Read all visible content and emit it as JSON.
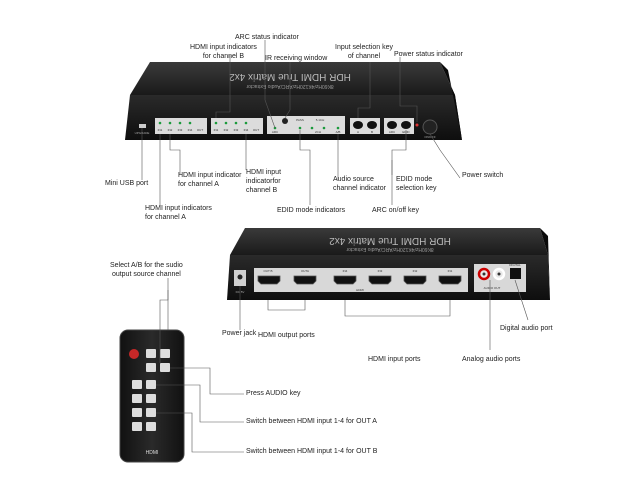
{
  "device": {
    "front_title": "HDR HDMI True Matrix 4x2",
    "front_subtitle": "8K60Hz/4K120Hz/ARC/Audio Extractor",
    "back_title": "HDR HDMI True Matrix 4x2",
    "back_subtitle": "8K60Hz/4K120Hz/ARC/Audio Extractor",
    "front_port_labels": {
      "upgrade": "UPGRADE",
      "in_a": [
        "IN1",
        "IN2",
        "IN3",
        "IN4",
        "OUT"
      ],
      "in_b": [
        "IN1",
        "IN2",
        "IN3",
        "IN4",
        "OUT"
      ],
      "pass": "PASS",
      "five_one": "5.1CH",
      "arc": "ARC",
      "two_ch": "2CH",
      "ab": "A/B",
      "a": "A",
      "b": "B",
      "edid": "EDID",
      "on_off": "ON/OFF"
    },
    "back_port_labels": {
      "dc": "DC 5V",
      "outb": "OUT B",
      "outa": "OUTA",
      "in4": "IN4",
      "in3": "IN3",
      "in2": "IN2",
      "in1": "IN1",
      "hdmi": "HDMI",
      "audio_out": "AUDIO OUT",
      "digital": "DIGITAL"
    },
    "remote_brand": "HDMI"
  },
  "callouts": {
    "arc_status": "ARC status indicator",
    "hdmi_in_b_top": "HDMI input indicators\nfor channel B",
    "ir_window": "IR receiving window",
    "input_sel": "Input selection key\nof channel",
    "power_status": "Power status indicator",
    "mini_usb": "Mini USB port",
    "hdmi_in_a_mid": "HDMI input indicator\nfor channel A",
    "hdmi_in_b_mid": "HDMI input\nindicatorfor\nchannel B",
    "audio_source": "Audio source\nchannel indicator",
    "edid_key": "EDID mode\nselection key",
    "power_switch": "Power switch",
    "hdmi_in_a_low": "HDMI input indicators\nfor channel A",
    "edid_indicators": "EDID mode indicators",
    "arc_key": "ARC on/off key",
    "select_ab": "Select A/B for the sudio\noutput source channel",
    "power_jack": "Power jack",
    "digital_audio": "Digital audio port",
    "hdmi_output": "HDMI output ports",
    "hdmi_input": "HDMI input ports",
    "analog_audio": "Analog audio ports",
    "press_audio": "Press AUDIO key",
    "switch_a": "Switch between HDMI input 1-4 for OUT A",
    "switch_b": "Switch between HDMI input 1-4 for OUT B"
  }
}
